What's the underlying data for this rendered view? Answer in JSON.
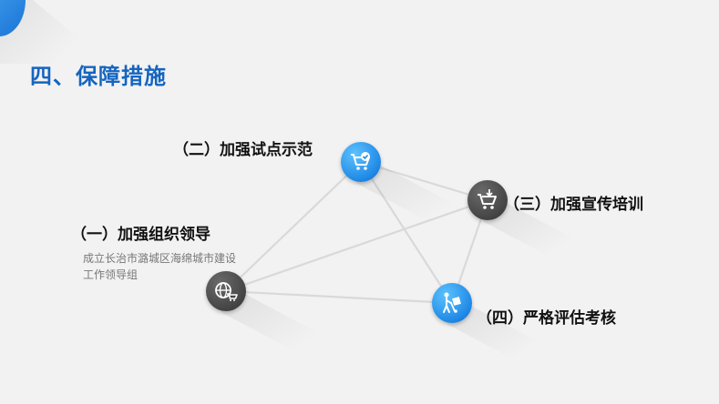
{
  "title": "四、保障措施",
  "nodes": [
    {
      "label": "（二）加强试点示范",
      "icon": "shopping-cart-check-icon",
      "color": "blue"
    },
    {
      "label": "（三）加强宣传培训",
      "icon": "shopping-cart-download-icon",
      "color": "gray"
    },
    {
      "label": "（一）加强组织领导",
      "icon": "globe-cart-icon",
      "color": "gray",
      "desc": "成立长治市潞城区海绵城市建设工作领导组"
    },
    {
      "label": "（四）严格评估考核",
      "icon": "hand-truck-icon",
      "color": "blue"
    }
  ],
  "colors": {
    "accent": "#1565c0",
    "blue_node": "#1e88e5",
    "gray_node": "#444444",
    "background": "#f2f2f2"
  }
}
